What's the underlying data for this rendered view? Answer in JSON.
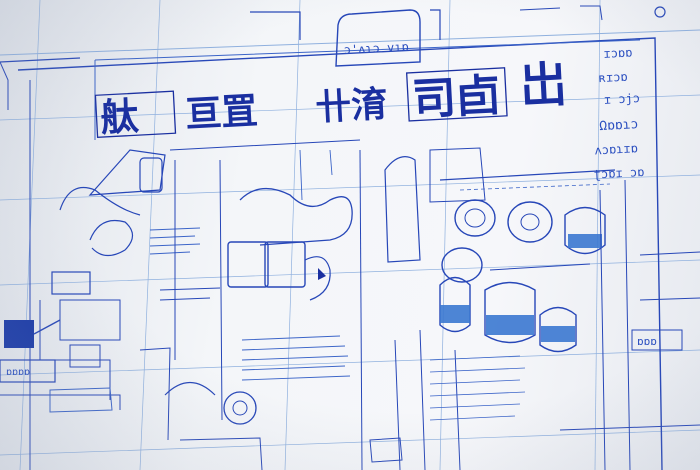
{
  "image": {
    "subject": "blueprint-style technical sketch on white paper",
    "palette": {
      "ink_dark": "#1a2fa0",
      "ink_mid": "#2747b8",
      "ink_light": "#8fb0de",
      "paper": "#f4f6f9",
      "fill_blue": "#3b78d0"
    }
  },
  "headline": {
    "block1": "舦",
    "block2": "亘罝",
    "block3": "卄淯",
    "block4": "司卣",
    "block5": "岀"
  },
  "top_label": "ɔ'ʌɿɔ vıɒ",
  "right_notes": [
    "ɪɔɒɒ",
    "ʀɪɔɒ",
    "ɪ ɔjɔ",
    "Ωɒɒɿɔ",
    "ʌɔɒɿɪɒ",
    "ʈɔɒɪ ɔɒ"
  ],
  "bottom_right_label": "ɒɒɒ",
  "bottom_left_label": "ɒɒɒɒ"
}
